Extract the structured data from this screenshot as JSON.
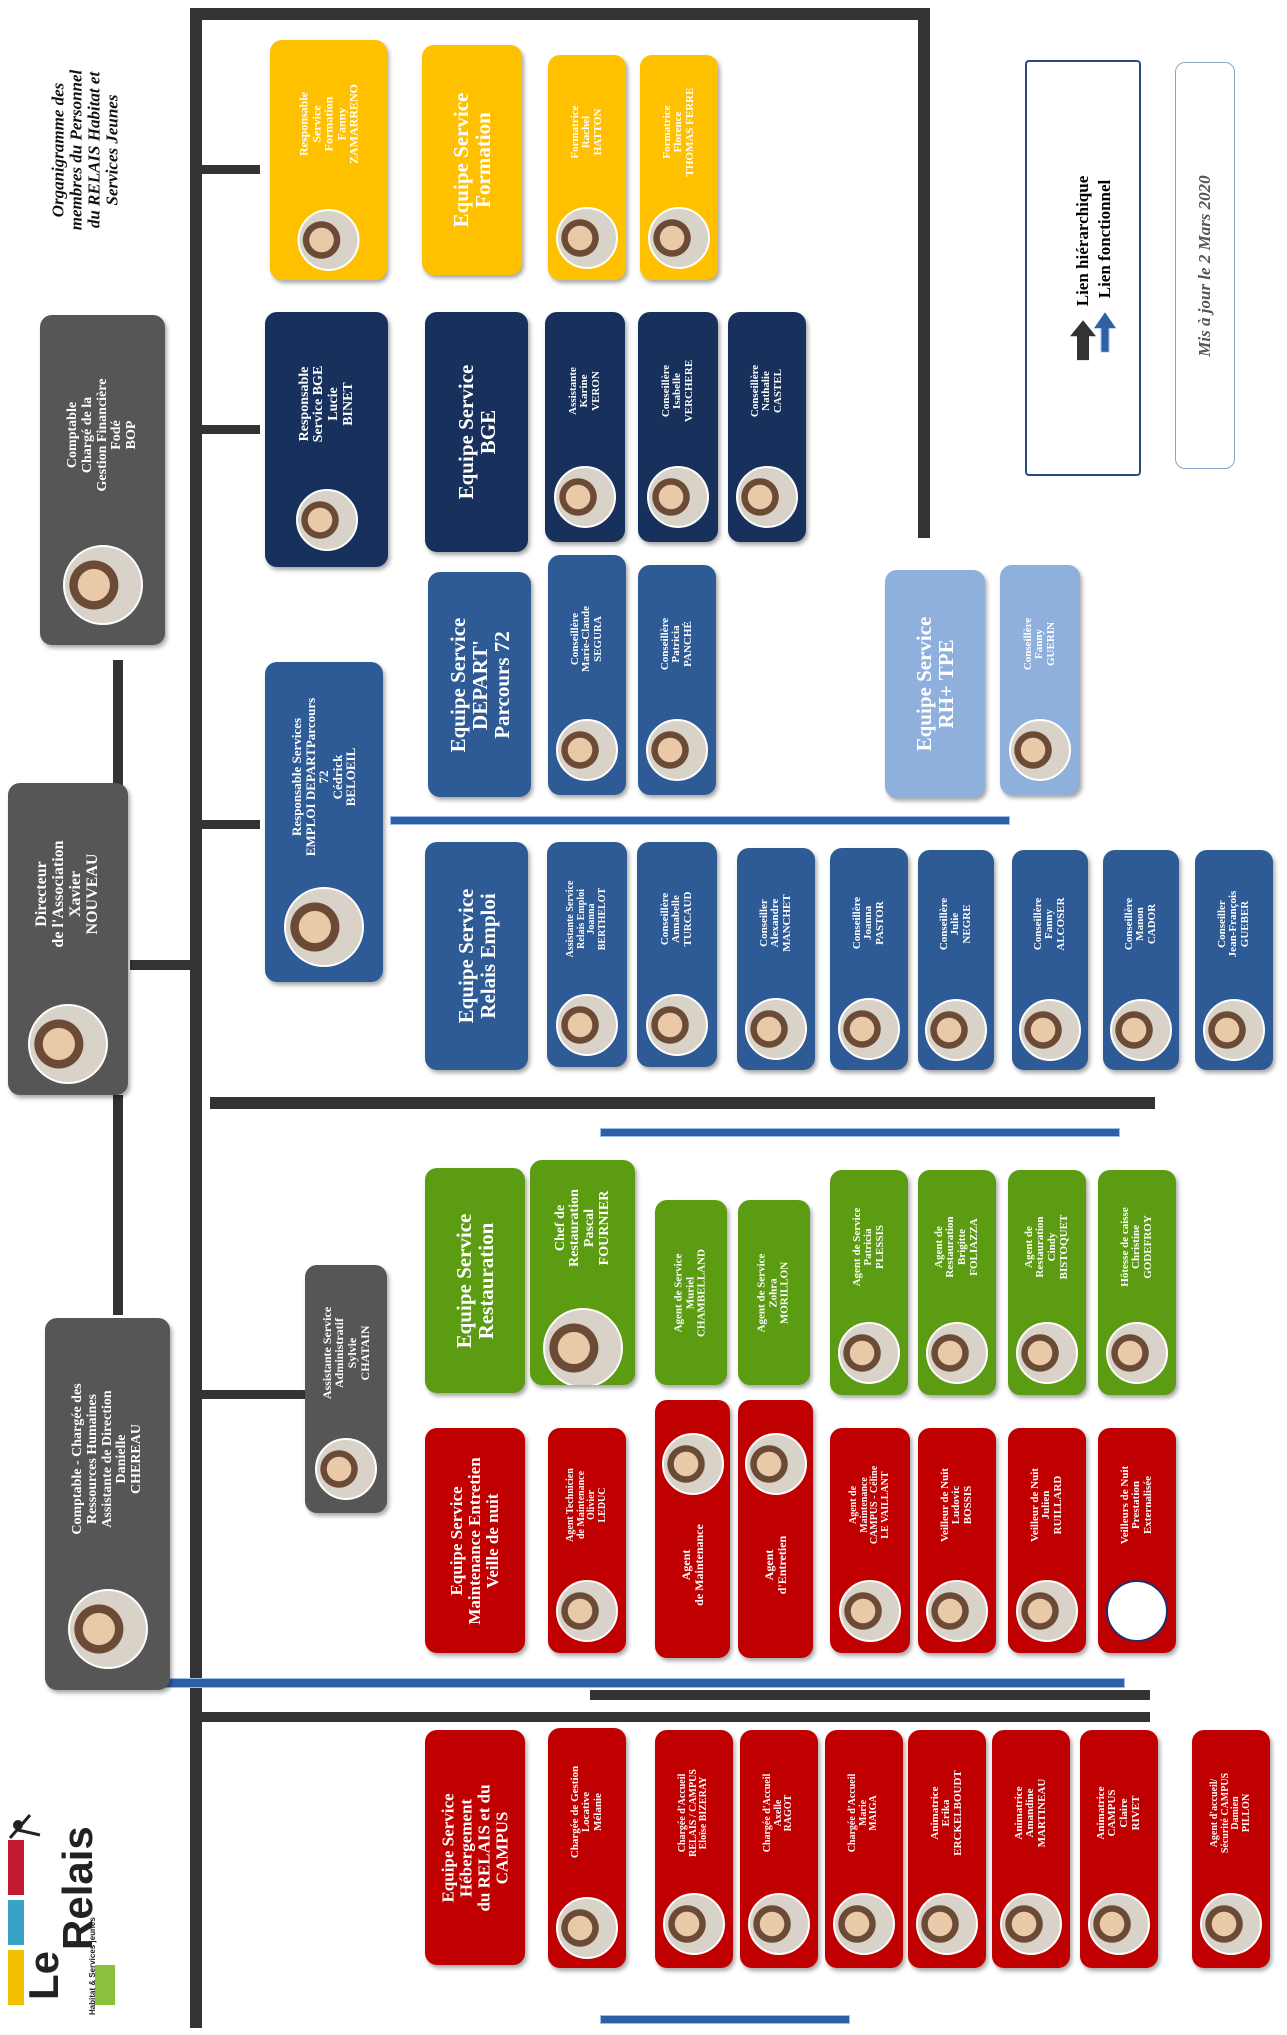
{
  "header": {
    "title_lines": [
      "Organigramme des",
      "membres du Personnel",
      "du RELAIS Habitat et",
      "Services Jeunes"
    ]
  },
  "logo": {
    "word1": "Le",
    "word2": "Relais",
    "tagline": "Habitat & Services jeunes"
  },
  "legend": {
    "hierarchical": "Lien hiérarchique",
    "functional": "Lien fonctionnel"
  },
  "updated": "Mis à jour le 2 Mars 2020",
  "colors": {
    "red": "#c00000",
    "green": "#5b9c12",
    "yellow": "#ffc000",
    "navy": "#17315c",
    "blue": "#2e5a96",
    "light_blue": "#8fb0dc",
    "grey": "#565656",
    "link": "#2f5fa6"
  },
  "boxes": [
    {
      "id": "directeur",
      "lines": [
        "Directeur",
        "de l'Association",
        "Xavier",
        "NOUVEAU"
      ],
      "photo": true
    },
    {
      "id": "comptable-financiere",
      "lines": [
        "Comptable",
        "Chargé de la",
        "Gestion Financière",
        "Fodé",
        "BOP"
      ],
      "photo": true
    },
    {
      "id": "comptable-rh",
      "lines": [
        "Comptable - Chargée des",
        "Ressources Humaines",
        "Assistante de Direction",
        "Danielle",
        "CHEREAU"
      ],
      "photo": true
    },
    {
      "id": "assistante-service",
      "lines": [
        "Assistante Service",
        "Administratif",
        "Sylvie",
        "CHATAIN"
      ],
      "photo": true
    },
    {
      "id": "resp-formation",
      "lines": [
        "Responsable",
        "Service",
        "Formation",
        "Fanny",
        "ZAMARRENO"
      ],
      "photo": true
    },
    {
      "id": "equipe-formation",
      "lines": [
        "Equipe Service",
        "Formation"
      ],
      "photo": false
    },
    {
      "id": "formatrice-hatton",
      "lines": [
        "Formatrice",
        "Rachel",
        "HATTON"
      ],
      "photo": true
    },
    {
      "id": "formatrice-ferre",
      "lines": [
        "Formatrice",
        "Florence",
        "THOMAS FERRE"
      ],
      "photo": true
    },
    {
      "id": "resp-bge",
      "lines": [
        "Responsable",
        "Service BGE",
        "Lucie",
        "BINET"
      ],
      "photo": true
    },
    {
      "id": "equipe-bge",
      "lines": [
        "Equipe Service",
        "BGE"
      ],
      "photo": false
    },
    {
      "id": "assistante-veron",
      "lines": [
        "Assistante",
        "Karine",
        "VERON"
      ],
      "photo": true
    },
    {
      "id": "conseillere-verchere",
      "lines": [
        "Conseillère",
        "Isabelle",
        "VERCHERE"
      ],
      "photo": true
    },
    {
      "id": "conseillere-castel",
      "lines": [
        "Conseillère",
        "Nathalie",
        "CASTEL"
      ],
      "photo": true
    },
    {
      "id": "resp-emploi",
      "lines": [
        "Responsable Services",
        "EMPLOI DEPARTParcours",
        "72",
        "Cédrick",
        "BELOEIL"
      ],
      "photo": true
    },
    {
      "id": "equipe-depart",
      "lines": [
        "Equipe Service",
        "DEPART'",
        "Parcours 72"
      ],
      "photo": false
    },
    {
      "id": "conseillere-segura",
      "lines": [
        "Conseillère",
        "Marie-Claude",
        "SEGURA"
      ],
      "photo": true
    },
    {
      "id": "conseillere-panche",
      "lines": [
        "Conseillère",
        "Patricia",
        "PANCHÉ"
      ],
      "photo": true
    },
    {
      "id": "equipe-rh-tpe",
      "lines": [
        "Equipe Service",
        "RH+ TPE"
      ],
      "photo": false
    },
    {
      "id": "conseillere-guerin",
      "lines": [
        "Conseillère",
        "Fanny",
        "GUERIN"
      ],
      "photo": true
    },
    {
      "id": "equipe-relais-emploi",
      "lines": [
        "Equipe Service",
        "Relais Emploi"
      ],
      "photo": false
    },
    {
      "id": "asst-berthelot",
      "lines": [
        "Assistante Service",
        "Relais Emploi",
        "Joanna",
        "BERTHELOT"
      ],
      "photo": true
    },
    {
      "id": "conseillere-turcaud",
      "lines": [
        "Conseillère",
        "Annabelle",
        "TURCAUD"
      ],
      "photo": true
    },
    {
      "id": "conseiller-manchet",
      "lines": [
        "Conseiller",
        "Alexandre",
        "MANCHET"
      ],
      "photo": true
    },
    {
      "id": "conseillere-pastor",
      "lines": [
        "Conseillère",
        "Joanna",
        "PASTOR"
      ],
      "photo": true
    },
    {
      "id": "conseillere-negre",
      "lines": [
        "Conseillère",
        "Julie",
        "NEGRE"
      ],
      "photo": true
    },
    {
      "id": "conseillere-alcoser",
      "lines": [
        "Conseillère",
        "Fanny",
        "ALCOSER"
      ],
      "photo": true
    },
    {
      "id": "conseillere-cador",
      "lines": [
        "Conseillère",
        "Manon",
        "CADOR"
      ],
      "photo": true
    },
    {
      "id": "conseiller-gueber",
      "lines": [
        "Conseiller",
        "Jean-François",
        "GUEBER"
      ],
      "photo": true
    },
    {
      "id": "equipe-restauration",
      "lines": [
        "Equipe Service",
        "Restauration"
      ],
      "photo": false
    },
    {
      "id": "chef-fournier",
      "lines": [
        "Chef de",
        "Restauration",
        "Pascal",
        "FOURNIER"
      ],
      "photo": true
    },
    {
      "id": "agent-chambelland",
      "lines": [
        "Agent de Service",
        "Muriel",
        "CHAMBELLAND"
      ],
      "photo": false
    },
    {
      "id": "agent-morillon",
      "lines": [
        "Agent de Service",
        "Zohra",
        "MORILLON"
      ],
      "photo": false
    },
    {
      "id": "agent-plessis",
      "lines": [
        "Agent de Service",
        "Patricia",
        "PLESSIS"
      ],
      "photo": true
    },
    {
      "id": "agent-foliazza",
      "lines": [
        "Agent de",
        "Restauration",
        "Brigitte",
        "FOLIAZZA"
      ],
      "photo": true
    },
    {
      "id": "agent-bistoquet",
      "lines": [
        "Agent de",
        "Restauration",
        "Cindy",
        "BISTOQUET"
      ],
      "photo": true
    },
    {
      "id": "hotesse-godefroy",
      "lines": [
        "Hôtesse de caisse",
        "Christine",
        "GODEFROY"
      ],
      "photo": true
    },
    {
      "id": "equipe-maintenance",
      "lines": [
        "Equipe Service",
        "Maintenance Entretien",
        "Veille de nuit"
      ],
      "photo": false
    },
    {
      "id": "tech-leduc",
      "lines": [
        "Agent Technicien",
        "de Maintenance",
        "Olivier",
        "LEDUC"
      ],
      "photo": true
    },
    {
      "id": "agent-maintenance",
      "lines": [
        "Agent",
        "de Maintenance"
      ],
      "photo": true
    },
    {
      "id": "agent-entretien",
      "lines": [
        "Agent",
        "d'Entretien"
      ],
      "photo": true
    },
    {
      "id": "agent-levaillant",
      "lines": [
        "Agent de",
        "Maintenance",
        "CAMPUS - Céline",
        "LE VAILLANT"
      ],
      "photo": true
    },
    {
      "id": "veilleur-bossis",
      "lines": [
        "Veilleur de Nuit",
        "Ludovic",
        "BOSSIS"
      ],
      "photo": true
    },
    {
      "id": "veilleur-ruillard",
      "lines": [
        "Veilleur de Nuit",
        "Julien",
        "RUILLARD"
      ],
      "photo": true
    },
    {
      "id": "veilleurs-externalise",
      "lines": [
        "Veilleurs de Nuit",
        "Prestation",
        "Externalisée"
      ],
      "photo": true
    },
    {
      "id": "equipe-hebergement",
      "lines": [
        "Equipe Service",
        "Hébergement",
        "du RELAIS et du",
        "CAMPUS"
      ],
      "photo": false
    },
    {
      "id": "gestion-melanie",
      "lines": [
        "Chargée de Gestion",
        "Locative",
        "Mélanie"
      ],
      "photo": true
    },
    {
      "id": "accueil-bizeray",
      "lines": [
        "Chargée d'Accueil",
        "RELAIS / CAMPUS",
        "Eloïse BIZERAY"
      ],
      "photo": true
    },
    {
      "id": "accueil-ragot",
      "lines": [
        "Chargée d'Accueil",
        "Axelle",
        "RAGOT"
      ],
      "photo": true
    },
    {
      "id": "accueil-maiga",
      "lines": [
        "Chargée d'Accueil",
        "Marie",
        "MAIGA"
      ],
      "photo": true
    },
    {
      "id": "animatrice-erckelboudt",
      "lines": [
        "Animatrice",
        "Erika",
        "ERCKELBOUDT"
      ],
      "photo": true
    },
    {
      "id": "animatrice-martineau",
      "lines": [
        "Animatrice",
        "Amandine",
        "MARTINEAU"
      ],
      "photo": true
    },
    {
      "id": "animatrice-rivet",
      "lines": [
        "Animatrice",
        "CAMPUS",
        "Claire",
        "RIVET"
      ],
      "photo": true
    },
    {
      "id": "agent-pillon",
      "lines": [
        "Agent d'accueil/",
        "Sécurité CAMPUS",
        "Damien",
        "PILLON"
      ],
      "photo": true
    }
  ]
}
